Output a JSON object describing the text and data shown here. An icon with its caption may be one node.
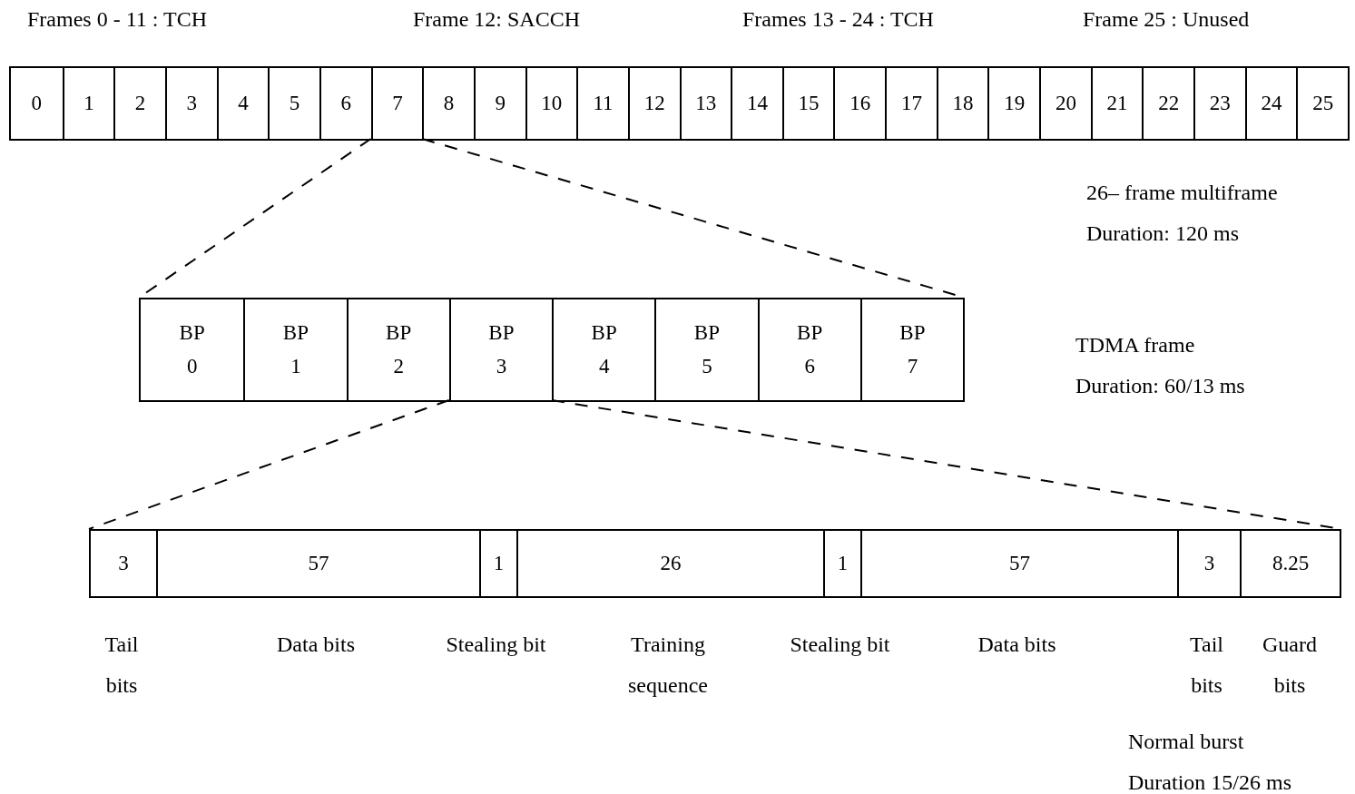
{
  "diagram": {
    "nodes": [
      {
        "text": [],
        "shape": "box",
        "beside": [
          "26– frame multiframe",
          "Duration: 120 ms"
        ]
      },
      {
        "text": [
          "0"
        ],
        "in": 0
      },
      {
        "text": [
          "1"
        ],
        "in": 0
      },
      {
        "text": [
          "2"
        ],
        "in": 0
      },
      {
        "text": [
          "3"
        ],
        "in": 0
      },
      {
        "text": [
          "4"
        ],
        "in": 0
      },
      {
        "text": [
          "5"
        ],
        "in": 0
      },
      {
        "text": [
          "6"
        ],
        "in": 0
      },
      {
        "text": [
          "7"
        ],
        "in": 0
      },
      {
        "text": [
          "8"
        ],
        "in": 0
      },
      {
        "text": [
          "9"
        ],
        "in": 0
      },
      {
        "text": [
          "10"
        ],
        "in": 0
      },
      {
        "text": [
          "11"
        ],
        "in": 0
      },
      {
        "text": [
          "12"
        ],
        "in": 0
      },
      {
        "text": [
          "13"
        ],
        "in": 0
      },
      {
        "text": [
          "14"
        ],
        "in": 0
      },
      {
        "text": [
          "15"
        ],
        "in": 0
      },
      {
        "text": [
          "16"
        ],
        "in": 0
      },
      {
        "text": [
          "17"
        ],
        "in": 0
      },
      {
        "text": [
          "18"
        ],
        "in": 0
      },
      {
        "text": [
          "19"
        ],
        "in": 0
      },
      {
        "text": [
          "20"
        ],
        "in": 0
      },
      {
        "text": [
          "21"
        ],
        "in": 0
      },
      {
        "text": [
          "22"
        ],
        "in": 0
      },
      {
        "text": [
          "23"
        ],
        "in": 0
      },
      {
        "text": [
          "24"
        ],
        "in": 0
      },
      {
        "text": [
          "25"
        ],
        "in": 0
      },
      {
        "text": [],
        "shape": "box",
        "beside": [
          "TDMA frame",
          "Duration: 60/13 ms"
        ]
      },
      {
        "text": [
          "BP 0"
        ],
        "in": 27
      },
      {
        "text": [
          "BP 1"
        ],
        "in": 27
      },
      {
        "text": [
          "BP 2"
        ],
        "in": 27
      },
      {
        "text": [
          "BP 3"
        ],
        "in": 27
      },
      {
        "text": [
          "BP 4"
        ],
        "in": 27
      },
      {
        "text": [
          "BP 5"
        ],
        "in": 27
      },
      {
        "text": [
          "BP 6"
        ],
        "in": 27
      },
      {
        "text": [
          "BP 7"
        ],
        "in": 27
      },
      {
        "text": [],
        "shape": "box",
        "beside": [
          "Normal burst",
          "Duration 15/26 ms"
        ]
      },
      {
        "text": [
          "3"
        ],
        "in": 36,
        "beside": [
          "Tail bits"
        ]
      },
      {
        "text": [
          "57"
        ],
        "in": 36,
        "beside": [
          "Data bits"
        ]
      },
      {
        "text": [
          "1"
        ],
        "in": 36,
        "beside": [
          "Stealing bit"
        ]
      },
      {
        "text": [
          "26"
        ],
        "in": 36,
        "beside": [
          "Training sequence"
        ]
      },
      {
        "text": [
          "1"
        ],
        "in": 36,
        "beside": [
          "Stealing bit"
        ]
      },
      {
        "text": [
          "57"
        ],
        "in": 36,
        "beside": [
          "Data bits"
        ]
      },
      {
        "text": [
          "3"
        ],
        "in": 36,
        "beside": [
          "Tail bits"
        ]
      },
      {
        "text": [
          "8.25"
        ],
        "in": 36,
        "beside": [
          "Guard bits"
        ]
      }
    ],
    "edges": [
      {
        "from": 8,
        "to": 27,
        "arrow": "none",
        "style": "dashed"
      },
      {
        "from": 8,
        "to": 27,
        "arrow": "none",
        "style": "dashed"
      },
      {
        "from": 31,
        "to": 36,
        "arrow": "none",
        "style": "dashed"
      },
      {
        "from": 31,
        "to": 36,
        "arrow": "none",
        "style": "dashed"
      }
    ],
    "labels": [
      "Frames 0 - 11 : TCH",
      "Frame 12: SACCH",
      "Frames 13 - 24 : TCH",
      "Frame 25 : Unused"
    ]
  }
}
